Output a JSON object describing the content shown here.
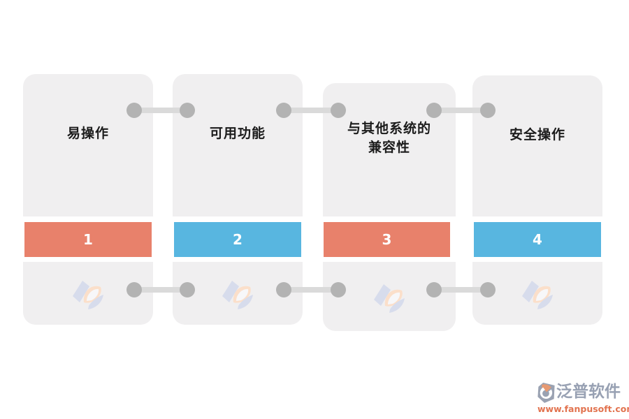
{
  "diagram": {
    "type": "process-steps",
    "cards": [
      {
        "label": "易操作",
        "number": "1",
        "bar_color": "#e8816b"
      },
      {
        "label": "可用功能",
        "number": "2",
        "bar_color": "#58b6e0"
      },
      {
        "label": "与其他系统的\n兼容性",
        "number": "3",
        "bar_color": "#e8816b"
      },
      {
        "label": "安全操作",
        "number": "4",
        "bar_color": "#58b6e0"
      }
    ]
  },
  "colors": {
    "card_bg": "#f0eff0",
    "orange": "#e8816b",
    "blue": "#58b6e0",
    "connector_line": "#dadada",
    "connector_dot": "#b3b3b3",
    "brand_text": "#98a1b3",
    "brand_url": "#e2734f",
    "watermark_lavender": "#d7dcec",
    "watermark_peach": "#fbdfca"
  },
  "footer": {
    "brand": "泛普软件",
    "url": "www.fanpusoft.com"
  }
}
